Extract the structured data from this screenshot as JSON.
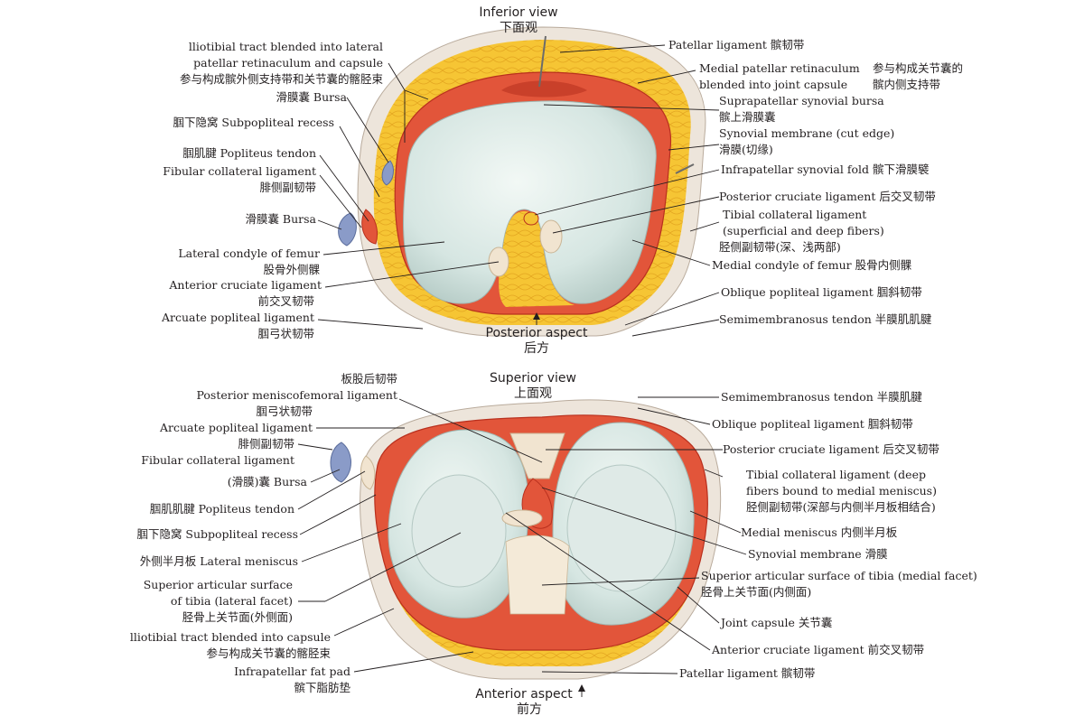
{
  "colors": {
    "fat": "#f4c233",
    "fat_dark": "#e5a31c",
    "capsule": "#e2553a",
    "capsule_dark": "#b9301e",
    "cartilage": "#d5e5e1",
    "cartilage_light": "#eef5f2",
    "ligament": "#f1e4d0",
    "bursa": "#8a9bc8",
    "skin": "#ece4da",
    "text": "#231f20"
  },
  "top_view": {
    "title_en": "Inferior view",
    "title_zh": "下面观",
    "aspect_en": "Posterior aspect",
    "aspect_zh": "后方",
    "left_labels": [
      {
        "text": "lliotibial tract blended into lateral"
      },
      {
        "text": "patellar retinaculum and capsule"
      },
      {
        "text": "参与构成髌外侧支持带和关节囊的髂胫束"
      },
      {
        "text": "滑膜囊 Bursa"
      },
      {
        "text": "腘下隐窝 Subpopliteal recess"
      },
      {
        "text": "腘肌腱 Popliteus tendon"
      },
      {
        "text": "Fibular collateral ligament"
      },
      {
        "text": "腓侧副韧带"
      },
      {
        "text": "滑膜囊 Bursa"
      },
      {
        "text": "Lateral condyle of femur"
      },
      {
        "text": "股骨外侧髁"
      },
      {
        "text": "Anterior cruciate ligament"
      },
      {
        "text": "前交叉韧带"
      },
      {
        "text": "Arcuate popliteal ligament"
      },
      {
        "text": "腘弓状韧带"
      }
    ],
    "right_labels": [
      {
        "text": "Patellar ligament 髌韧带"
      },
      {
        "text": "Medial patellar retinaculum"
      },
      {
        "text": "blended into joint capsule"
      },
      {
        "text": "参与构成关节囊的"
      },
      {
        "text": "髌内侧支持带"
      },
      {
        "text": "Suprapatellar synovial bursa"
      },
      {
        "text": "髌上滑膜囊"
      },
      {
        "text": "Synovial membrane (cut edge)"
      },
      {
        "text": "滑膜(切缘)"
      },
      {
        "text": "Infrapatellar synovial fold 髌下滑膜襞"
      },
      {
        "text": "Posterior cruciate ligament 后交叉韧带"
      },
      {
        "text": "Tibial collateral ligament"
      },
      {
        "text": "(superficial and deep fibers)"
      },
      {
        "text": "胫侧副韧带(深、浅两部)"
      },
      {
        "text": "Medial condyle of femur 股骨内侧髁"
      },
      {
        "text": "Oblique popliteal ligament 腘斜韧带"
      },
      {
        "text": "Semimembranosus tendon 半膜肌肌腱"
      }
    ]
  },
  "bottom_view": {
    "title_en": "Superior view",
    "title_zh": "上面观",
    "aspect_en": "Anterior aspect",
    "aspect_zh": "前方",
    "left_labels": [
      {
        "text": "板股后韧带"
      },
      {
        "text": "Posterior meniscofemoral ligament"
      },
      {
        "text": "腘弓状韧带"
      },
      {
        "text": "Arcuate popliteal ligament"
      },
      {
        "text": "腓侧副韧带"
      },
      {
        "text": "Fibular collateral ligament"
      },
      {
        "text": "(滑膜)囊 Bursa"
      },
      {
        "text": "腘肌肌腱 Popliteus tendon"
      },
      {
        "text": "腘下隐窝 Subpopliteal recess"
      },
      {
        "text": "外侧半月板 Lateral meniscus"
      },
      {
        "text": "Superior articular surface"
      },
      {
        "text": "of tibia (lateral facet)"
      },
      {
        "text": "胫骨上关节面(外侧面)"
      },
      {
        "text": "lliotibial tract blended into capsule"
      },
      {
        "text": "参与构成关节囊的髂胫束"
      },
      {
        "text": "Infrapatellar fat pad"
      },
      {
        "text": "髌下脂肪垫"
      }
    ],
    "right_labels": [
      {
        "text": "Semimembranosus tendon 半膜肌腱"
      },
      {
        "text": "Oblique popliteal ligament 腘斜韧带"
      },
      {
        "text": "Posterior cruciate ligament 后交叉韧带"
      },
      {
        "text": "Tibial collateral ligament (deep"
      },
      {
        "text": "fibers bound to medial meniscus)"
      },
      {
        "text": "胫侧副韧带(深部与内侧半月板相结合)"
      },
      {
        "text": "Medial meniscus 内侧半月板"
      },
      {
        "text": "Synovial membrane 滑膜"
      },
      {
        "text": "Superior articular surface of tibia (medial facet)"
      },
      {
        "text": "胫骨上关节面(内侧面)"
      },
      {
        "text": "Joint capsule 关节囊"
      },
      {
        "text": "Anterior cruciate ligament 前交叉韧带"
      },
      {
        "text": "Patellar ligament 髌韧带"
      }
    ]
  }
}
